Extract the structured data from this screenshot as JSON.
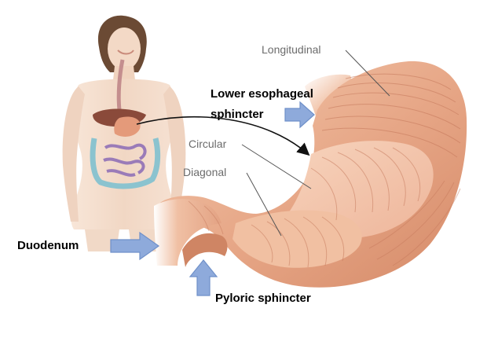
{
  "labels": {
    "longitudinal": "Longitudinal",
    "circular": "Circular",
    "diagonal": "Diagonal",
    "lower_esophageal_line1": "Lower esophageal",
    "lower_esophageal_line2": "sphincter",
    "duodenum": "Duodenum",
    "pyloric_sphincter": "Pyloric sphincter"
  },
  "colors": {
    "muscle_light": "#f2c3a8",
    "muscle_mid": "#e19f7f",
    "muscle_dark": "#c77352",
    "skin": "#f1d7c4",
    "hair": "#6b4a34",
    "arrow_fill": "#8eaadb",
    "arrow_stroke": "#6f90c9",
    "leader_line": "#555555"
  },
  "icons": {
    "figure": "human-torso-digestive-icon",
    "arrow": "block-arrow-icon"
  }
}
